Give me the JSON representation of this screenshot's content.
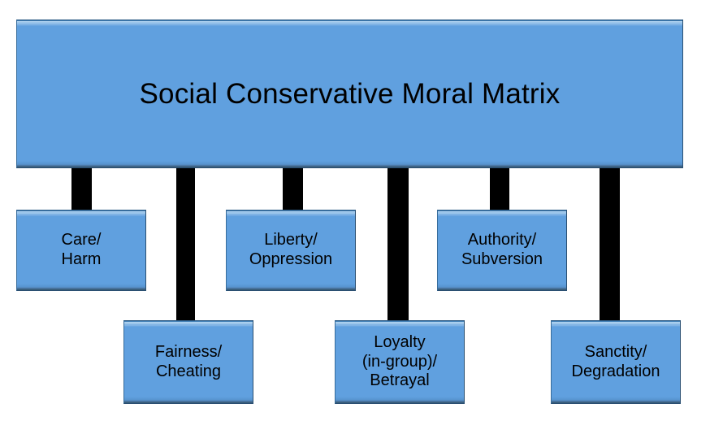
{
  "diagram": {
    "title": "Social Conservative Moral Matrix",
    "background_color": "#FFFFFF",
    "box_fill_color": "#60A0DF",
    "box_highlight_color": "#AFD2F0",
    "box_shadow_color": "#34566F",
    "connector_color": "#000000",
    "text_color": "#000000",
    "root": {
      "label": "Social Conservative Moral Matrix"
    },
    "foundations": [
      {
        "id": "care",
        "label": "Care/\nHarm",
        "row": 1
      },
      {
        "id": "fairness",
        "label": "Fairness/\nCheating",
        "row": 2
      },
      {
        "id": "liberty",
        "label": "Liberty/\nOppression",
        "row": 1
      },
      {
        "id": "loyalty",
        "label": "Loyalty\n(in-group)/\nBetrayal",
        "row": 2
      },
      {
        "id": "authority",
        "label": "Authority/\nSubversion",
        "row": 1
      },
      {
        "id": "sanctity",
        "label": "Sanctity/\nDegradation",
        "row": 2
      }
    ]
  }
}
